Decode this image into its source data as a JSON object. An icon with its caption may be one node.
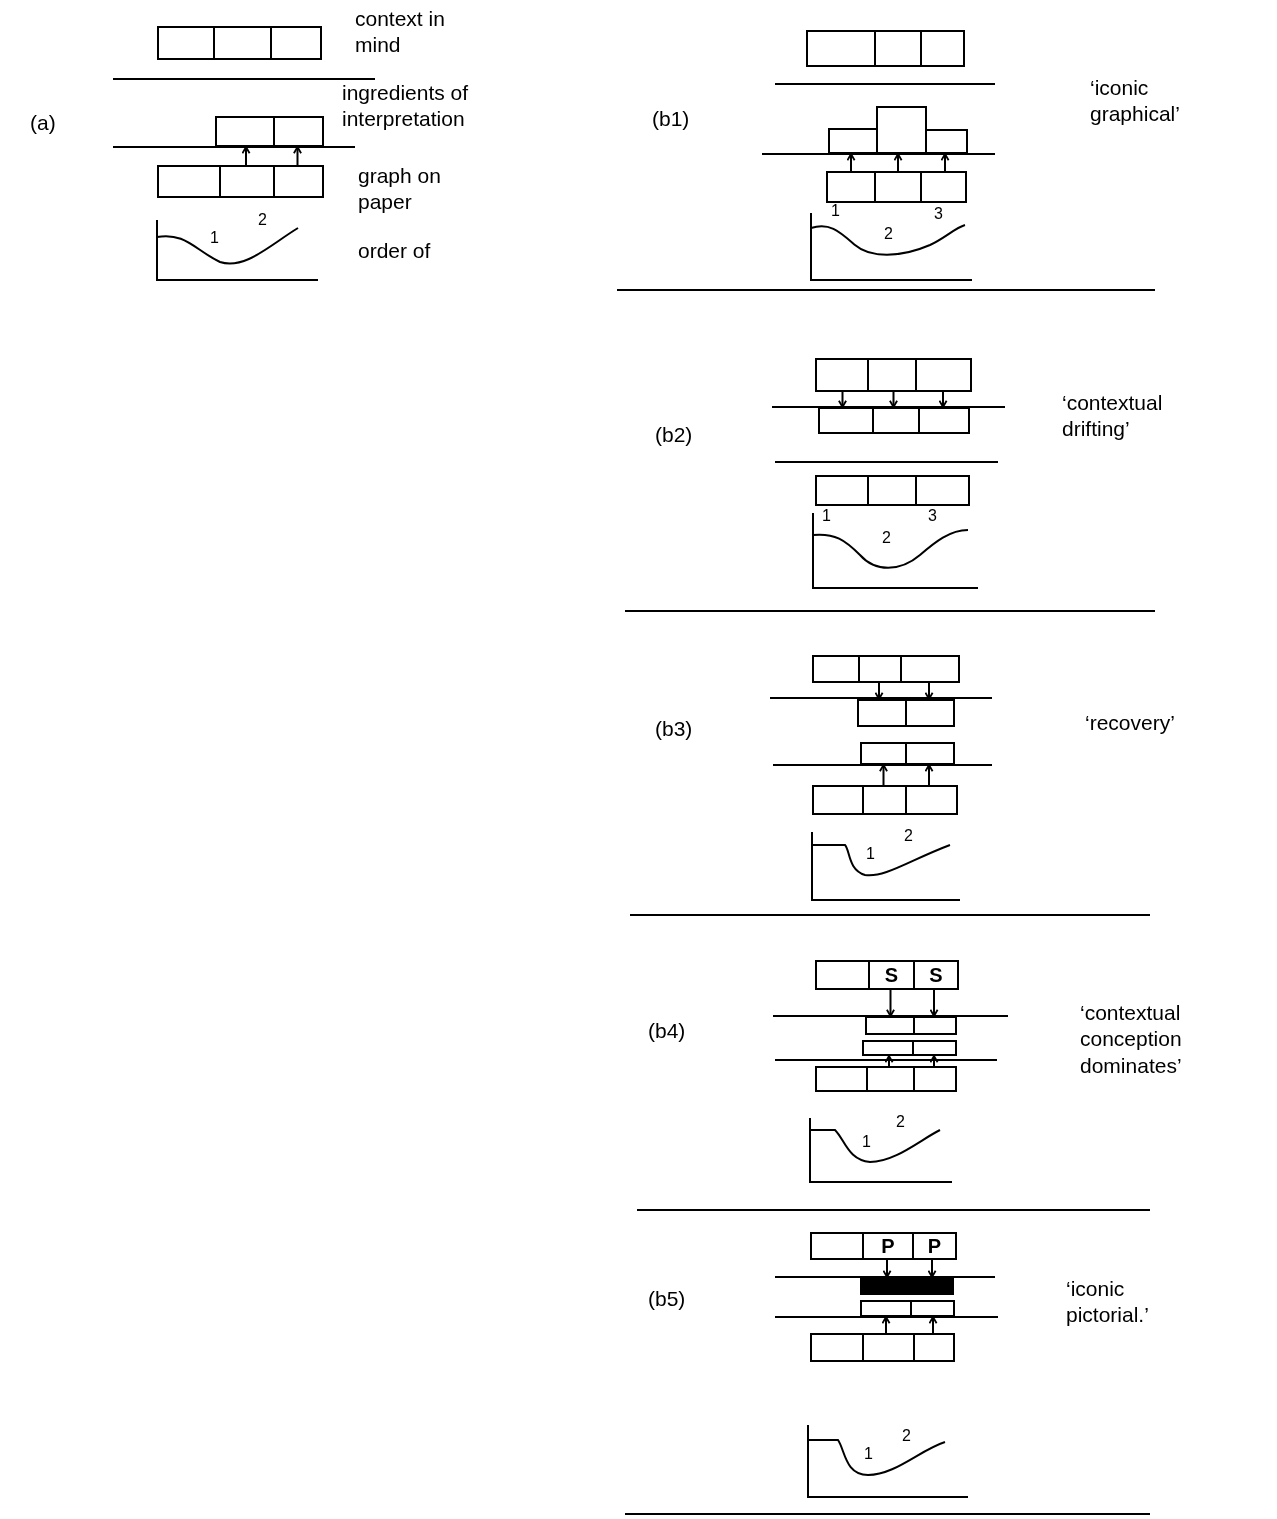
{
  "diagram": {
    "nodes": [
      {
        "text": [],
        "shape": "box"
      },
      {
        "text": [],
        "shape": "box"
      },
      {
        "text": [],
        "shape": "box"
      },
      {
        "text": [],
        "shape": "box"
      },
      {
        "text": [],
        "shape": "box"
      },
      {
        "text": [],
        "shape": "box"
      },
      {
        "text": [],
        "shape": "box"
      },
      {
        "text": [],
        "shape": "box"
      },
      {
        "text": [],
        "shape": "box"
      },
      {
        "text": [],
        "shape": "box"
      },
      {
        "text": [],
        "shape": "box"
      },
      {
        "text": [],
        "shape": "box"
      },
      {
        "text": [],
        "shape": "box"
      },
      {
        "text": [],
        "shape": "box"
      },
      {
        "text": [],
        "shape": "box"
      },
      {
        "text": [],
        "shape": "box"
      },
      {
        "text": [],
        "shape": "box"
      },
      {
        "text": [],
        "shape": "box"
      },
      {
        "text": [],
        "shape": "box"
      },
      {
        "text": [],
        "shape": "box"
      },
      {
        "text": [],
        "shape": "box"
      },
      {
        "text": [],
        "shape": "box"
      },
      {
        "text": [],
        "shape": "box"
      },
      {
        "text": [],
        "shape": "box"
      },
      {
        "text": [],
        "shape": "box"
      },
      {
        "text": [],
        "shape": "box"
      },
      {
        "text": [],
        "shape": "box"
      },
      {
        "text": [],
        "shape": "box"
      },
      {
        "text": [],
        "shape": "box"
      },
      {
        "text": [],
        "shape": "box"
      },
      {
        "text": [],
        "shape": "box"
      },
      {
        "text": [],
        "shape": "box"
      },
      {
        "text": [],
        "shape": "box"
      },
      {
        "text": [],
        "shape": "box"
      },
      {
        "text": [],
        "shape": "box"
      },
      {
        "text": [],
        "shape": "box"
      },
      {
        "text": [],
        "shape": "box"
      },
      {
        "text": [
          "S"
        ]
      },
      {
        "text": [
          "S"
        ]
      },
      {
        "text": [],
        "shape": "box"
      },
      {
        "text": [],
        "shape": "box"
      },
      {
        "text": [],
        "shape": "box"
      },
      {
        "text": [],
        "shape": "box"
      },
      {
        "text": [],
        "shape": "box"
      },
      {
        "text": [],
        "shape": "box"
      },
      {
        "text": [],
        "shape": "box"
      },
      {
        "text": [],
        "shape": "box"
      },
      {
        "text": [
          "P"
        ]
      },
      {
        "text": [
          "P"
        ]
      },
      {
        "text": [],
        "shape": "bar"
      },
      {
        "text": [],
        "shape": "box"
      },
      {
        "text": [],
        "shape": "box"
      },
      {
        "text": [],
        "shape": "box"
      },
      {
        "text": [],
        "shape": "box"
      },
      {
        "text": [],
        "shape": "box"
      }
    ],
    "edges": [
      {
        "from": 6,
        "to": 3,
        "arrow": "to"
      },
      {
        "from": 7,
        "to": 4,
        "arrow": "to"
      },
      {
        "from": 14,
        "to": 11,
        "arrow": "to"
      },
      {
        "from": 15,
        "to": 12,
        "arrow": "to"
      },
      {
        "from": 16,
        "to": 13,
        "arrow": "to"
      },
      {
        "from": 17,
        "to": 20,
        "arrow": "to"
      },
      {
        "from": 18,
        "to": 21,
        "arrow": "to"
      },
      {
        "from": 19,
        "to": 22,
        "arrow": "to"
      },
      {
        "from": 27,
        "to": 29,
        "arrow": "to"
      },
      {
        "from": 28,
        "to": 30,
        "arrow": "to"
      },
      {
        "from": 34,
        "to": 31,
        "arrow": "to"
      },
      {
        "from": 35,
        "to": 32,
        "arrow": "to"
      },
      {
        "from": 37,
        "to": 39,
        "arrow": "to"
      },
      {
        "from": 38,
        "to": 40,
        "arrow": "to"
      },
      {
        "from": 44,
        "to": 41,
        "arrow": "to"
      },
      {
        "from": 45,
        "to": 42,
        "arrow": "to"
      },
      {
        "from": 47,
        "to": 49,
        "arrow": "to"
      },
      {
        "from": 48,
        "to": 49,
        "arrow": "to"
      },
      {
        "from": 53,
        "to": 50,
        "arrow": "to"
      },
      {
        "from": 54,
        "to": 51,
        "arrow": "to"
      }
    ],
    "labels": [
      "(a)",
      "context in mind",
      "ingredients of interpretation",
      "graph on paper",
      "order of",
      "1",
      "2",
      "(b1)",
      "‘iconic graphical’",
      "1",
      "2",
      "3",
      "(b2)",
      "‘contextual drifting’",
      "1",
      "2",
      "3",
      "(b3)",
      "‘recovery’",
      "1",
      "2",
      "(b4)",
      "‘contextual conception dominates’",
      "1",
      "2",
      "(b5)",
      "‘iconic pictorial.’",
      "1",
      "2"
    ]
  }
}
